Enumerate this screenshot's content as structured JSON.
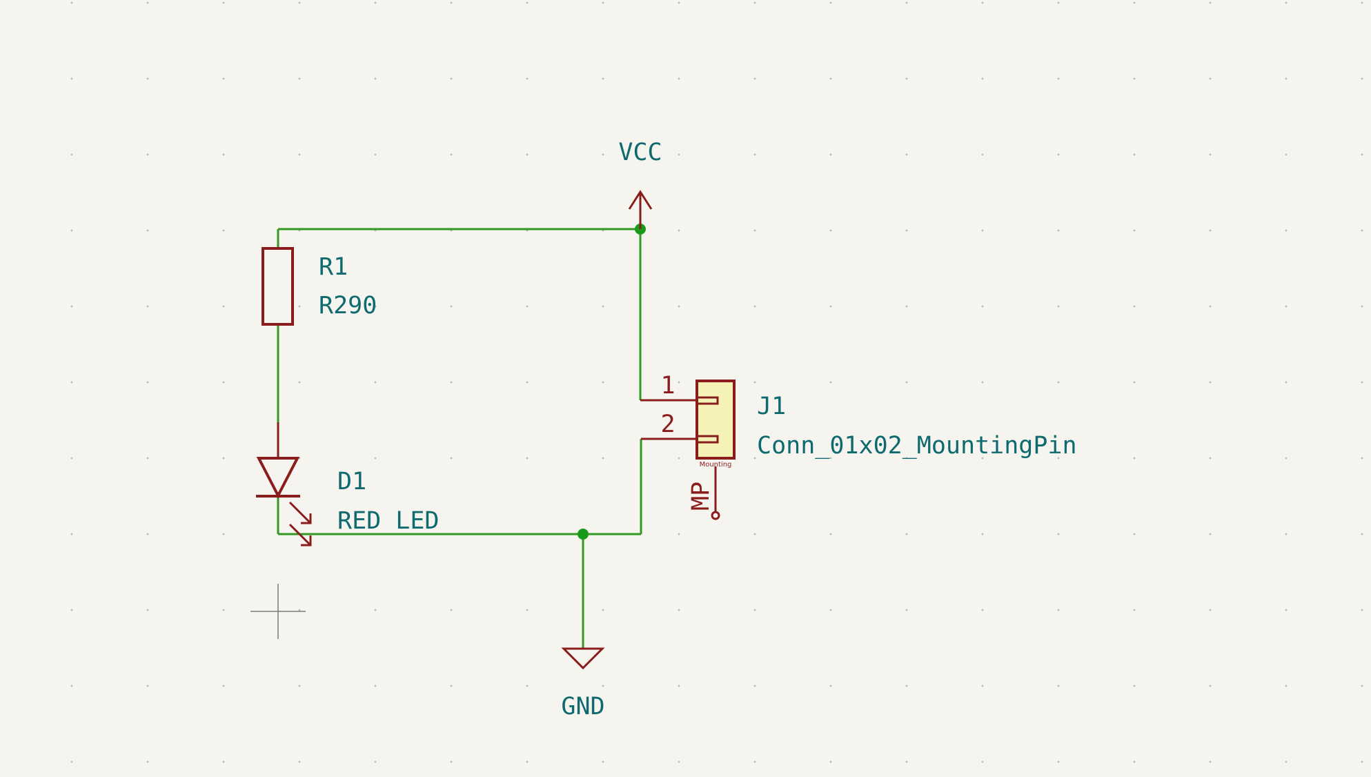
{
  "schematic": {
    "power": {
      "vcc_label": "VCC",
      "gnd_label": "GND"
    },
    "components": {
      "r1": {
        "ref": "R1",
        "value": "R290"
      },
      "d1": {
        "ref": "D1",
        "value": "RED LED"
      },
      "j1": {
        "ref": "J1",
        "value": "Conn_01x02_MountingPin",
        "pin1": "1",
        "pin2": "2",
        "mp_label": "MP",
        "body_label": "Mounting"
      }
    },
    "colors": {
      "background": "#f5f4ef",
      "grid_dot": "#b9b9b3",
      "wire": "#2f9a1f",
      "junction": "#1a9a1a",
      "symbol": "#8a1c1c",
      "symbol_fill": "#f5f2b8",
      "label_text": "#0e6a6f"
    }
  }
}
